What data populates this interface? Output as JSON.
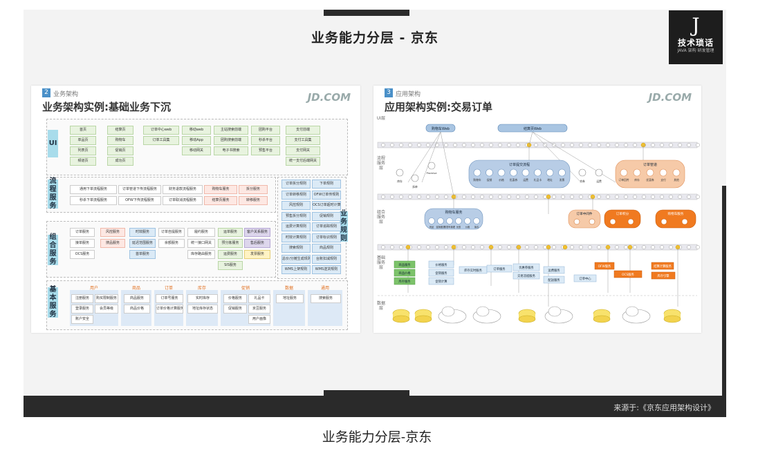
{
  "slide": {
    "title": "业务能力分层 - 京东",
    "logo_text": "技术琐话",
    "logo_sub": "JAVA 架构 研发管理",
    "source": "来源于:《京东应用架构设计》"
  },
  "left_panel": {
    "number": "2",
    "label": "业务架构",
    "title": "业务架构实例:基础业务下沉",
    "brand": "JD.COM",
    "layers": {
      "ui": "UI",
      "process": "流程服务",
      "composite": "组合服务",
      "base": "基本服务",
      "rules": "业务规则"
    },
    "ui_items": [
      "首页",
      "单品页",
      "列表页",
      "频道页",
      "结算页",
      "购物车",
      "促销页",
      "成功页",
      "订单中心web",
      "订单工具集",
      "移动web",
      "移动App",
      "移动网关",
      "主站搜索前端",
      "团购搜索前端",
      "电子书搜索",
      "团购平台",
      "秒杀平台",
      "预售平台",
      "支付前端",
      "支付工具集",
      "支付网关",
      "统一支付后端网关"
    ],
    "process_items": [
      "通用下单流程服务",
      "秒杀下单流程服务",
      "订单管道下传流程服务",
      "OFW下传流程服务",
      "财务退款流程服务",
      "订单取消流程服务",
      "购物车服务",
      "结算页服务",
      "拆分服务",
      "转移服务"
    ],
    "rule_items": [
      "订单拆分规则",
      "下单规则",
      "订单转移规则",
      "OFW订单传规则",
      "风控规则",
      "OCS订单超时计算规则",
      "预售拆分规则",
      "促销规则",
      "运费计算规则",
      "订单追踪规则",
      "时效计算规则",
      "订单标识规则",
      "搜索规则",
      "商品规则",
      "总价/分摊生成规则",
      "台账扣减规则",
      "WMS上架规则",
      "WMS送货规则"
    ],
    "composite_items": [
      "订单服务",
      "接单服务",
      "OCS服务",
      "风控服务",
      "搜品服务",
      "时效服务",
      "延迟范围服务",
      "首单服务",
      "订单自提服务",
      "余额服务",
      "履约服务",
      "统一接口网关",
      "库存路由服务",
      "运单服务",
      "预分拣服务",
      "运费服务",
      "SIS服务",
      "客户关系服务",
      "售后服务",
      "发票服务"
    ],
    "base_groups": [
      "用户",
      "商品",
      "订单",
      "库存",
      "促销",
      "数据",
      "通用"
    ],
    "base_items": [
      "注册服务",
      "登录服务",
      "账户安全",
      "购买限制服务",
      "会员等级",
      "商品服务",
      "商品价格",
      "订单号服务",
      "订单价格计算服务",
      "实时库存",
      "地址库存状态",
      "价格服务",
      "促销服务",
      "礼品卡",
      "京豆服务",
      "用户画像",
      "地址服务",
      "搜索服务"
    ]
  },
  "right_panel": {
    "number": "3",
    "label": "应用架构",
    "title": "应用架构实例:交易订单",
    "brand": "JD.COM",
    "rows": [
      "UI层",
      "流程服务层",
      "组合服务层",
      "基础服务层",
      "数据层"
    ],
    "ui_nodes": [
      "购物车Web",
      "结算页Web"
    ],
    "process_groups": [
      "订单提交流程",
      "订单管道"
    ],
    "process_left": [
      "库存",
      "拆单",
      "Promise"
    ],
    "process_mid": [
      "购物车",
      "促销",
      "价格",
      "优惠券",
      "运费",
      "礼品卡",
      "地址",
      "发票"
    ],
    "process_extra": [
      "京券",
      "运费"
    ],
    "process_pipe": [
      "订单回传",
      "库存",
      "优惠券",
      "支付",
      "其他"
    ],
    "composite_groups": [
      "购物车服务",
      "订单中间件",
      "订单积分",
      "购物车服务"
    ],
    "composite_items": [
      "商品",
      "促销服务",
      "购物车管理",
      "优惠",
      "价格",
      "库存"
    ],
    "base_left": [
      "商品服务",
      "商品价格",
      "库存服务"
    ],
    "base_mid": [
      "价格服务",
      "促销服务",
      "促销计算"
    ],
    "base_right": [
      "库存实时服务",
      "订单服务",
      "优惠券服务",
      "交易流程服务",
      "运费服务",
      "配送服务",
      "订单中心",
      "OFW服务",
      "OCS服务",
      "结算计算服务",
      "库存引擎"
    ],
    "data_items": [
      "DB",
      "DB",
      "cloud",
      "cloud",
      "DB",
      "cloud",
      "DB",
      "cloud",
      "DB"
    ]
  },
  "caption": "业务能力分层-京东"
}
